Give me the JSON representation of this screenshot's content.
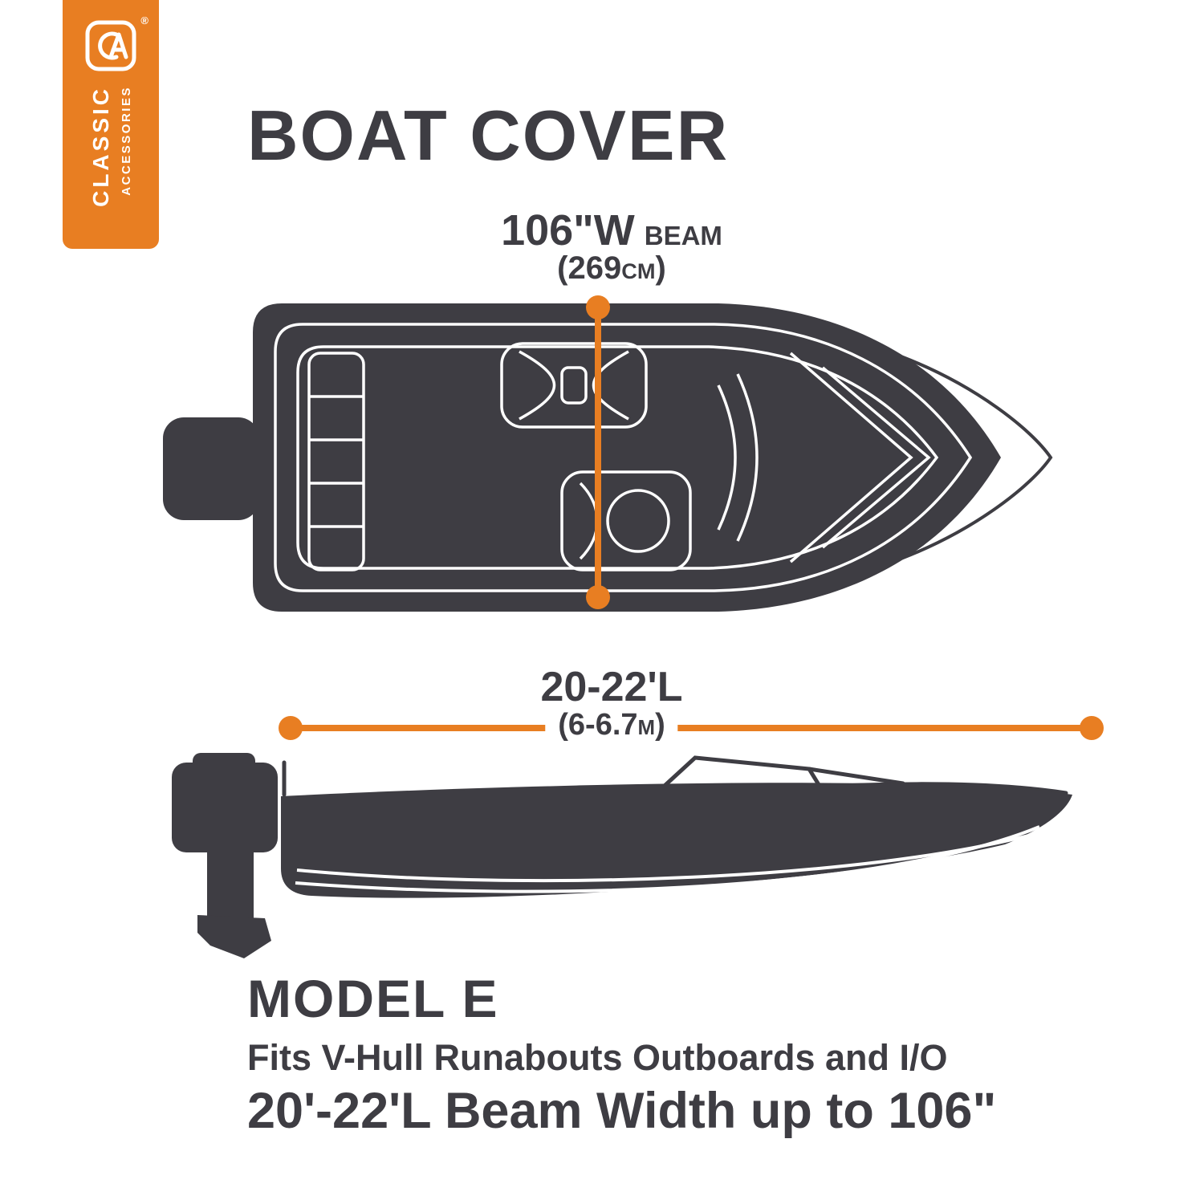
{
  "colors": {
    "brand_orange": "#E87E22",
    "illustration_gray": "#3E3D43",
    "text_gray": "#3E3D43",
    "background": "#FFFFFF"
  },
  "brand_banner": {
    "line1": "CLASSIC",
    "line2": "ACCESSORIES",
    "registered_mark": "®",
    "logo": "classic-accessories-monogram"
  },
  "title": "BOAT COVER",
  "beam_measurement": {
    "imperial_value": "106\"W",
    "imperial_label": "BEAM",
    "metric_prefix": "(269",
    "metric_unit": "CM",
    "metric_suffix": ")"
  },
  "length_measurement": {
    "imperial_value": "20-22'L",
    "metric_prefix": "(6-6.7",
    "metric_unit": "M",
    "metric_suffix": ")"
  },
  "footer": {
    "model": "MODEL E",
    "fits_line": "Fits V-Hull Runabouts Outboards and I/O",
    "size_line": "20'-22'L Beam Width up to 106\""
  }
}
